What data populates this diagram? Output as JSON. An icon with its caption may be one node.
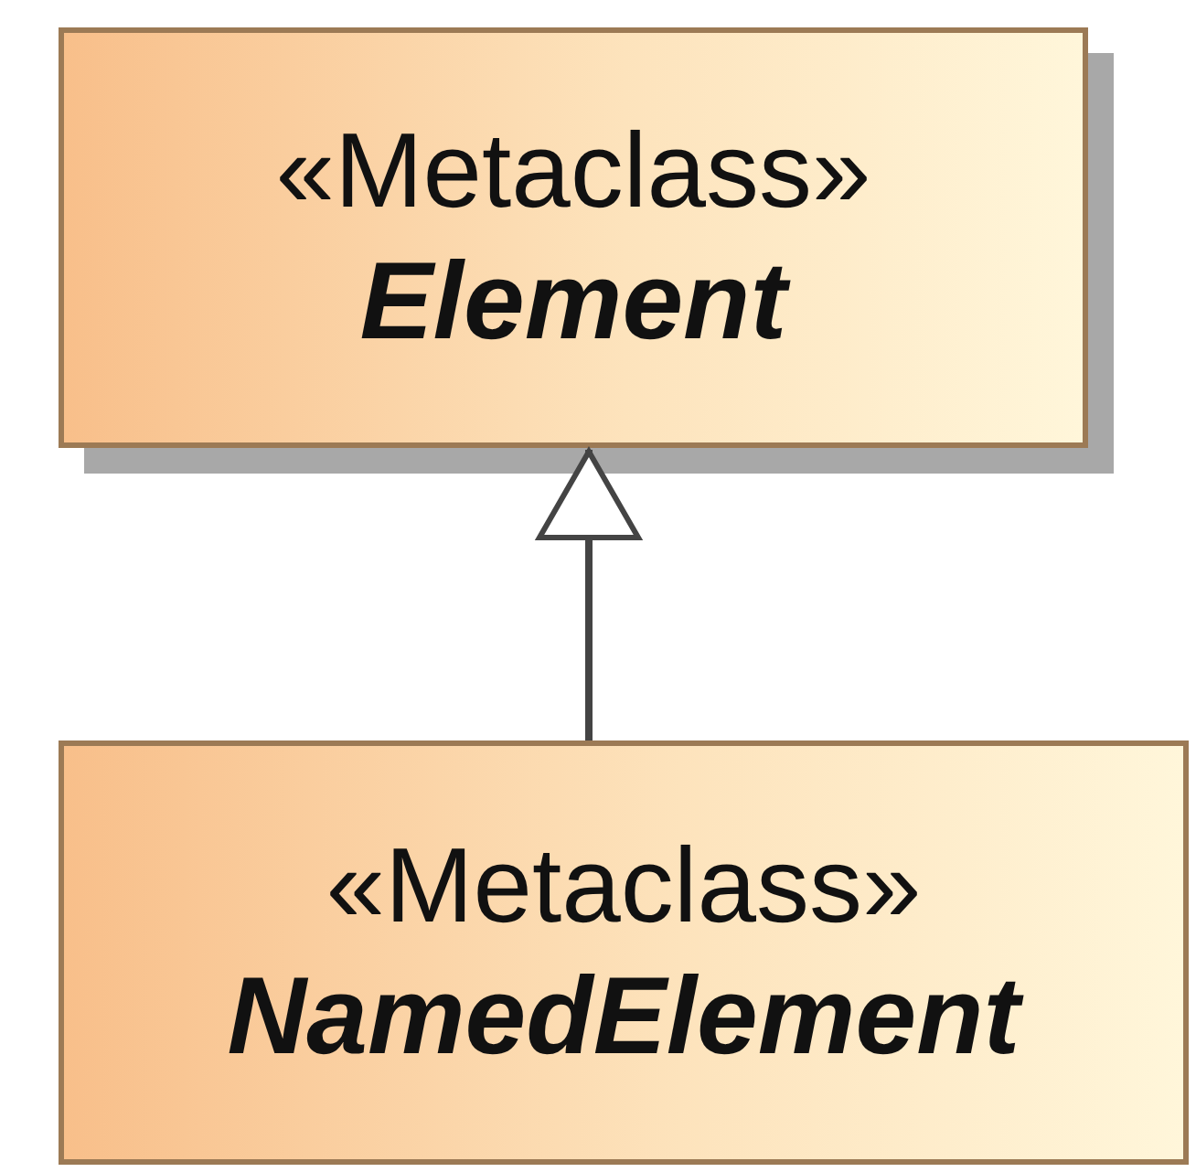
{
  "diagram": {
    "nodes": [
      {
        "text": [
          "«Metaclass»",
          "Element"
        ]
      },
      {
        "text": [
          "«Metaclass»",
          "NamedElement"
        ]
      }
    ],
    "edges": [
      {
        "from": 1,
        "to": 0,
        "arrow": "to"
      }
    ]
  }
}
